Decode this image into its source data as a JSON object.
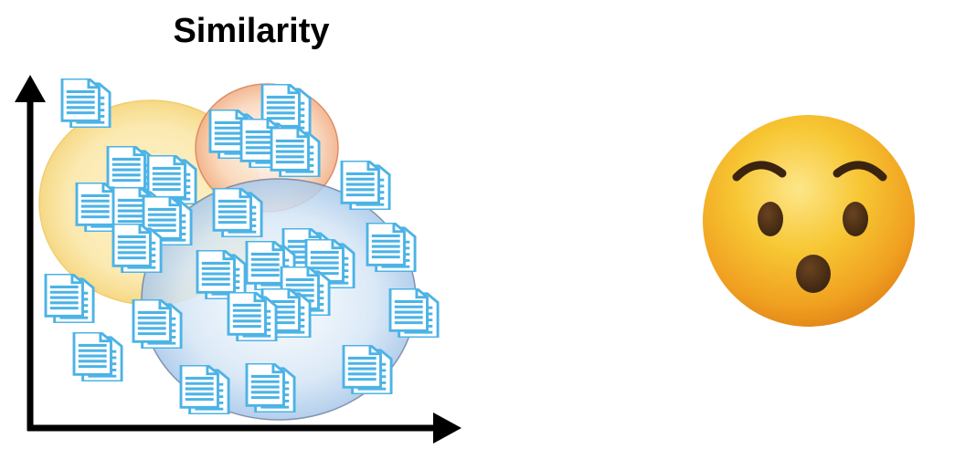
{
  "title": "Similarity",
  "colors": {
    "document": "#4cb3e6",
    "axis": "#000000",
    "cluster_yellow": "#f7d77c",
    "cluster_orange": "#f2b58a",
    "cluster_blue": "#9fc3e8",
    "face_yellow": "#f6c232"
  },
  "icons": {
    "document": "document-icon",
    "emoji": "hushed-face-emoji"
  },
  "clusters": [
    {
      "name": "yellow",
      "color_key": "cluster_yellow"
    },
    {
      "name": "orange",
      "color_key": "cluster_orange"
    },
    {
      "name": "blue",
      "color_key": "cluster_blue"
    }
  ]
}
